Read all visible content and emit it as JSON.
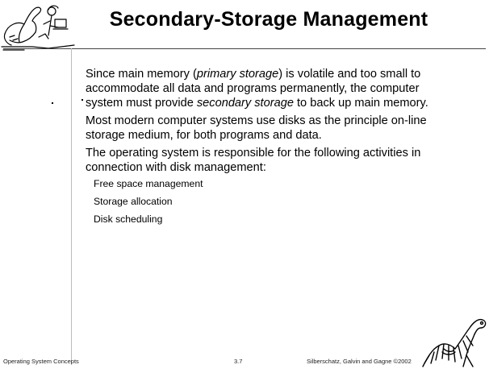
{
  "slide": {
    "title": "Secondary-Storage Management",
    "paragraphs": [
      {
        "pre": "Since main memory (",
        "em": "primary storage",
        "post": ") is volatile and too small to accommodate all data and programs permanently, the computer system must provide ",
        "em2": "secondary storage",
        "post2": " to back up main memory."
      },
      {
        "text": "Most modern computer systems use disks as the principle on-line storage medium, for both programs and data."
      },
      {
        "text": "The operating system is responsible for the following activities in connection with disk management:"
      }
    ],
    "sub_items": [
      "Free space management",
      "Storage allocation",
      "Disk scheduling"
    ]
  },
  "footer": {
    "left": "Operating System Concepts",
    "center": "3.7",
    "right": "Silberschatz, Galvin and  Gagne ©2002"
  },
  "icons": {
    "top_left": "dinosaur-logo-icon",
    "bottom_right": "dinosaur-skeleton-icon"
  }
}
